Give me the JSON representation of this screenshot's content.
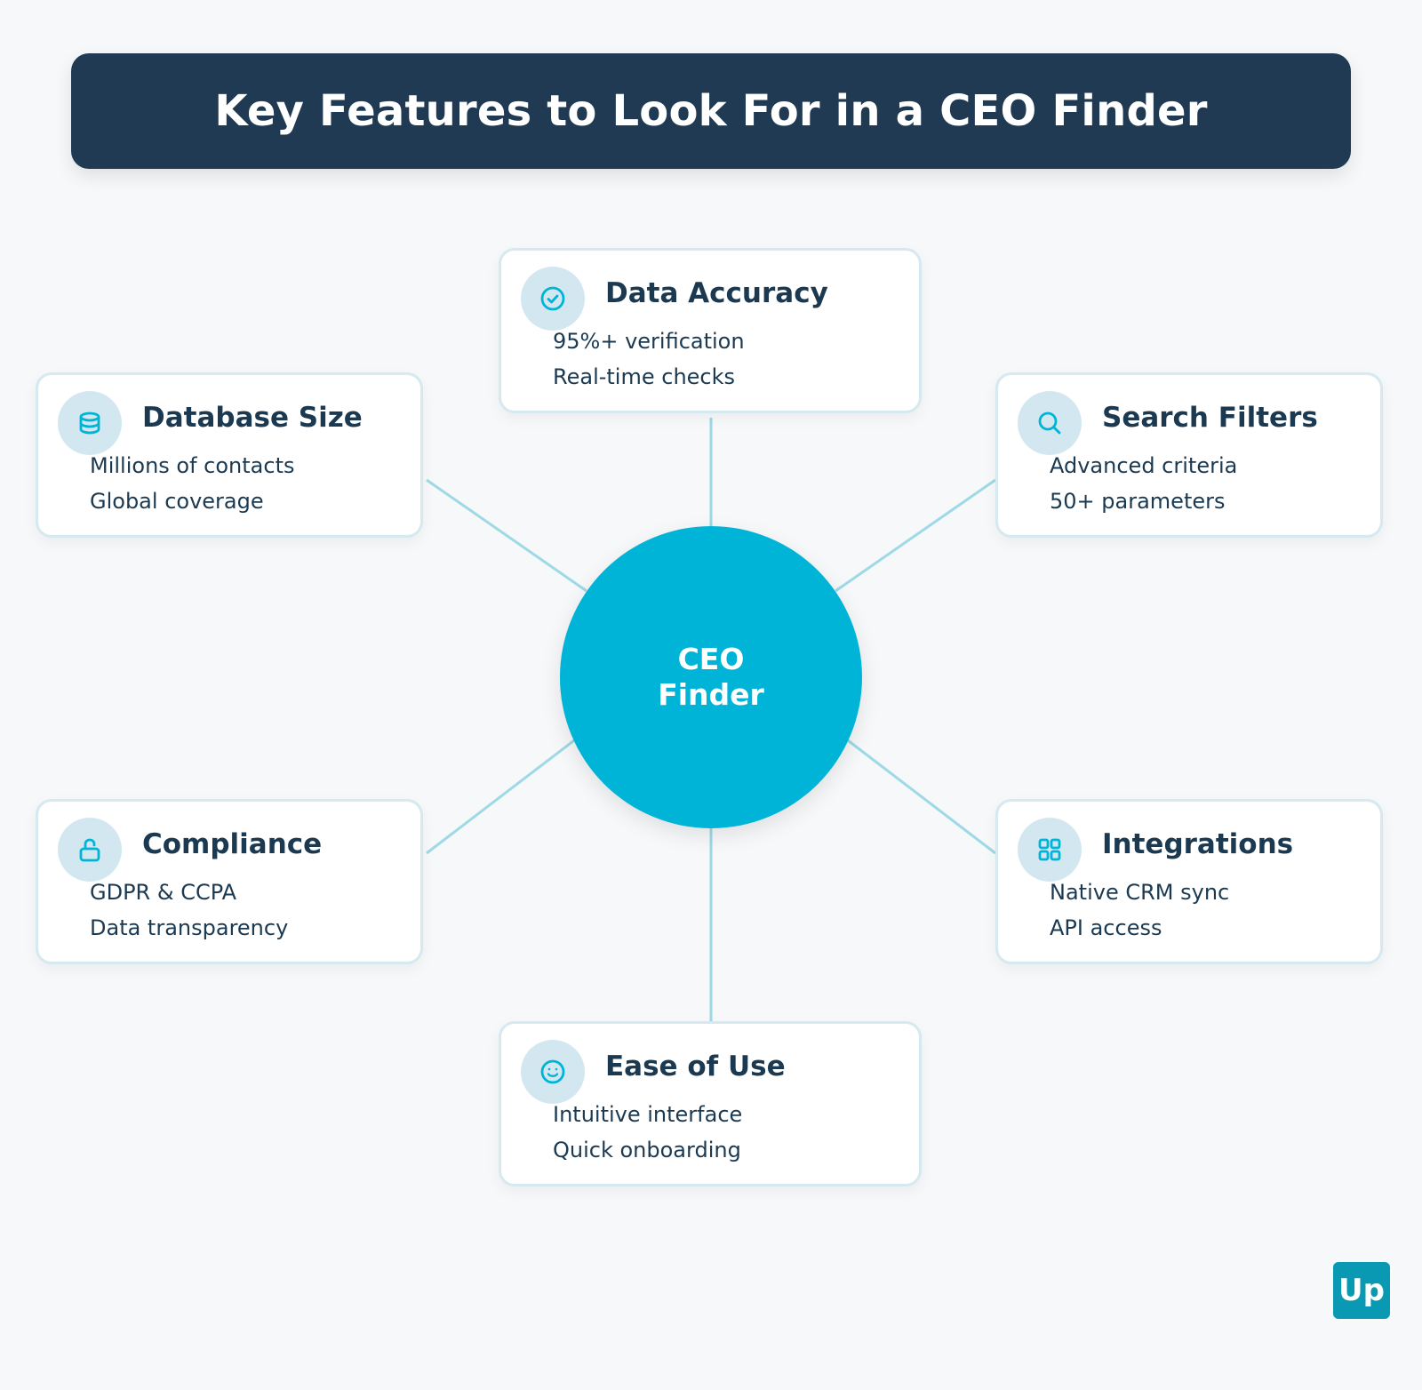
{
  "header": {
    "title": "Key Features to Look For in a CEO Finder"
  },
  "hub": {
    "line1": "CEO",
    "line2": "Finder"
  },
  "features": [
    {
      "id": "data-accuracy",
      "icon": "check-circle-icon",
      "title": "Data Accuracy",
      "lines": [
        "95%+ verification",
        "Real-time checks"
      ]
    },
    {
      "id": "database-size",
      "icon": "database-icon",
      "title": "Database Size",
      "lines": [
        "Millions of contacts",
        "Global coverage"
      ]
    },
    {
      "id": "search-filters",
      "icon": "search-icon",
      "title": "Search Filters",
      "lines": [
        "Advanced criteria",
        "50+ parameters"
      ]
    },
    {
      "id": "compliance",
      "icon": "lock-icon",
      "title": "Compliance",
      "lines": [
        "GDPR & CCPA",
        "Data transparency"
      ]
    },
    {
      "id": "integrations",
      "icon": "grid-icon",
      "title": "Integrations",
      "lines": [
        "Native CRM sync",
        "API access"
      ]
    },
    {
      "id": "ease-of-use",
      "icon": "smiley-icon",
      "title": "Ease of Use",
      "lines": [
        "Intuitive interface",
        "Quick onboarding"
      ]
    }
  ],
  "logo": {
    "text": "Up"
  },
  "colors": {
    "title_bg": "#1f3a52",
    "hub": "#00b4d8",
    "icon_accent": "#00b4d8",
    "icon_bg": "#d3e7f0",
    "connector": "#9dd9e6",
    "text_dark": "#1b3a52",
    "logo_bg": "#0a99b3"
  }
}
